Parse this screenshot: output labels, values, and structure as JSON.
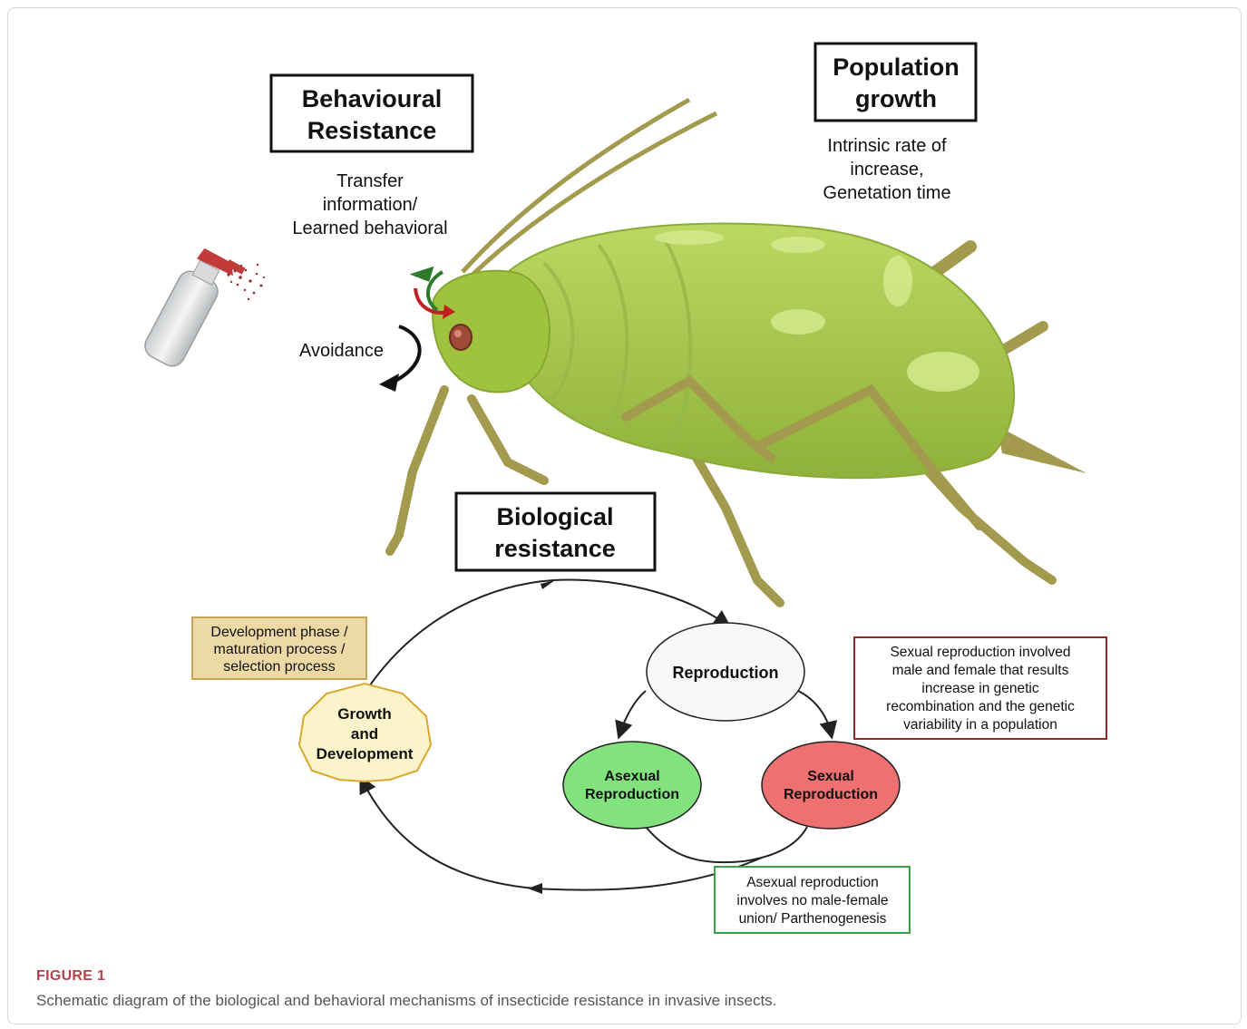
{
  "diagram": {
    "behavioural_title": [
      "Behavioural",
      "Resistance"
    ],
    "behavioural_desc": [
      "Transfer",
      "information/",
      "Learned behavioral"
    ],
    "avoidance_label": "Avoidance",
    "population_title": [
      "Population",
      "growth"
    ],
    "population_desc": [
      "Intrinsic rate of",
      "increase,",
      "Genetation time"
    ],
    "biological_title": [
      "Biological",
      "resistance"
    ],
    "development_box": [
      "Development phase /",
      "maturation process /",
      "selection process"
    ],
    "growth_node": [
      "Growth",
      "and",
      "Development"
    ],
    "reproduction_node": "Reproduction",
    "asexual_node": [
      "Asexual",
      "Reproduction"
    ],
    "sexual_node": [
      "Sexual",
      "Reproduction"
    ],
    "sexual_note": [
      "Sexual reproduction involved",
      "male and female that results",
      "increase in genetic",
      "recombination and the genetic",
      "variability in a population"
    ],
    "asexual_note": [
      "Asexual reproduction",
      "involves no male-female",
      "union/ Parthenogenesis"
    ]
  },
  "colors": {
    "body_green": "#a9c94a",
    "dev_box_fill": "#edd9a5",
    "growth_fill": "#fbf3c9",
    "asexual_fill": "#82e37e",
    "sexual_fill": "#ef7070",
    "sexual_note_border": "#8b2a2a",
    "asexual_note_border": "#3aa34a",
    "caption_label": "#b2414a"
  },
  "caption": {
    "label": "FIGURE 1",
    "text": "Schematic diagram of the biological and behavioral mechanisms of insecticide resistance in invasive insects."
  }
}
